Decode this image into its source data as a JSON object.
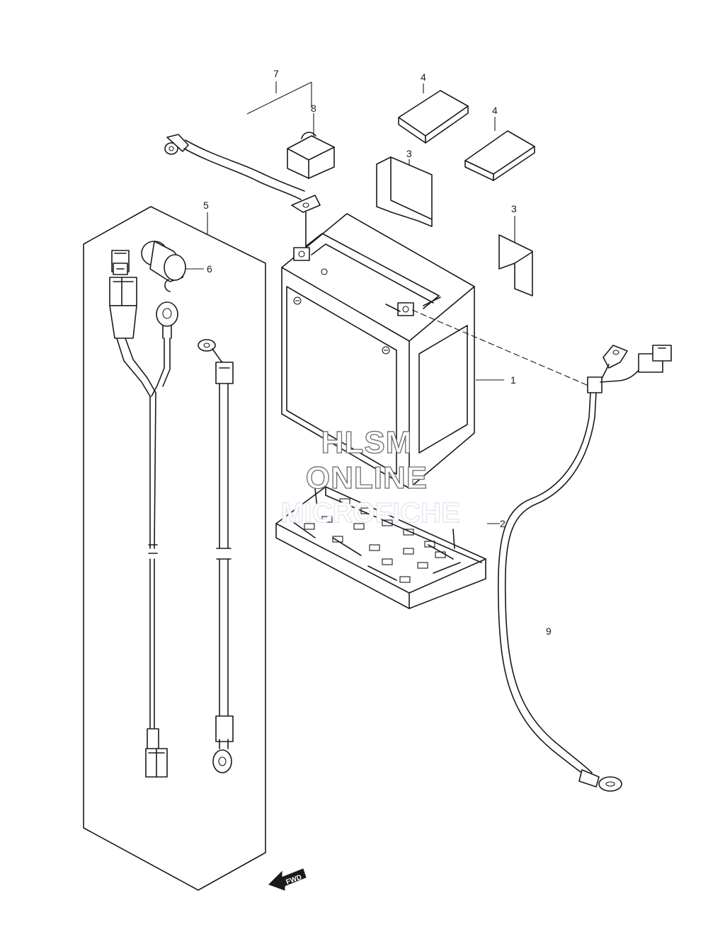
{
  "diagram": {
    "callouts": [
      {
        "id": "1",
        "label": "1"
      },
      {
        "id": "2",
        "label": "2"
      },
      {
        "id": "3a",
        "label": "3"
      },
      {
        "id": "3b",
        "label": "3"
      },
      {
        "id": "4a",
        "label": "4"
      },
      {
        "id": "4b",
        "label": "4"
      },
      {
        "id": "5",
        "label": "5"
      },
      {
        "id": "6",
        "label": "6"
      },
      {
        "id": "7",
        "label": "7"
      },
      {
        "id": "8",
        "label": "8"
      },
      {
        "id": "9",
        "label": "9"
      }
    ],
    "fwd_label": "FWD"
  },
  "watermark": {
    "line1": "HLSM",
    "line2": "ONLINE",
    "line3": "MICROFICHE"
  }
}
